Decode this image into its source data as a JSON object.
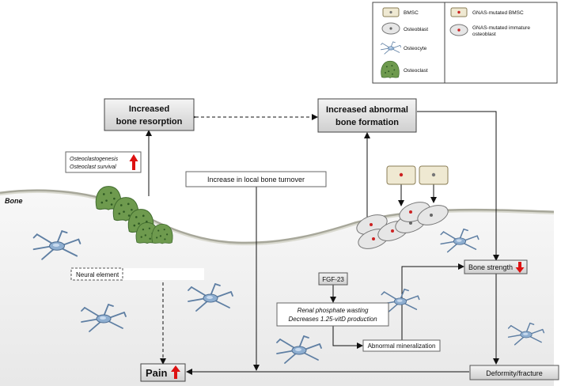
{
  "legend": {
    "bmsc": "BMSC",
    "osteoblast": "Osteoblast",
    "osteocyte": "Osteocyte",
    "osteoclast": "Osteoclast",
    "gnas_bmsc": "GNAS-mutated BMSC",
    "gnas_immature_line1": "GNAS-mutated immature",
    "gnas_immature_line2": "osteoblast"
  },
  "boxes": {
    "resorption_line1": "Increased",
    "resorption_line2": "bone resorption",
    "formation_line1": "Increased abnormal",
    "formation_line2": "bone formation",
    "turnover": "Increase in local bone turnover",
    "osteoclastogenesis": "Osteoclastogenesis",
    "osteoclast_survival": "Osteoclast survival",
    "neural_element": "Neural element",
    "fgf23": "FGF-23",
    "renal_line1": "Renal phosphate wasting",
    "renal_line2": "Decreases 1.25-vitD production",
    "abnormal_mineralization": "Abnormal mineralization",
    "bone_strength": "Bone strength",
    "deformity": "Deformity/fracture",
    "pain": "Pain"
  },
  "bone_label": "Bone",
  "colors": {
    "box_fill": "#e2e2e2",
    "bone_fill": "#f0f0f0",
    "bmsc_fill": "#efe9d2",
    "osteoclast_green": "#6e9a4e",
    "osteocyte_blue": "#7f9fc0",
    "mutation_red": "#cc2222",
    "arrow_red": "#dd1111"
  }
}
